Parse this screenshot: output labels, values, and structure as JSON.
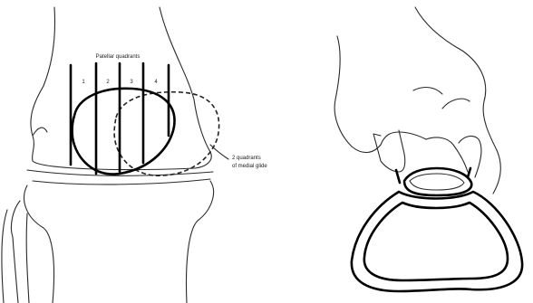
{
  "left_figure": {
    "top_label": "Patellar quadrants",
    "quadrant_numbers": [
      "1",
      "2",
      "3",
      "4"
    ],
    "side_label_line1": "2 quadrants",
    "side_label_line2": "of medial glide"
  },
  "right_figure": {}
}
